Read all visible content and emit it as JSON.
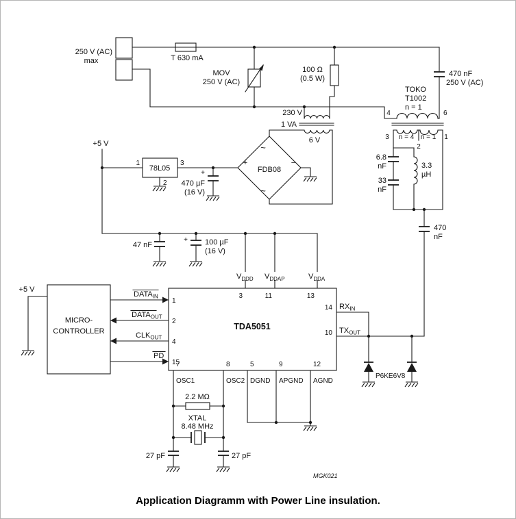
{
  "caption": "Application Diagramm with Power Line insulation.",
  "colors": {
    "ink": "#1a1a1a",
    "background": "#ffffff"
  },
  "mains": {
    "voltage_line1": "250 V (AC)",
    "voltage_line2": "max",
    "fuse": "T 630 mA",
    "mov_line1": "MOV",
    "mov_line2": "250 V (AC)",
    "resistor_line1": "100 Ω",
    "resistor_line2": "(0.5 W)",
    "cap_line1": "470 nF",
    "cap_line2": "250 V (AC)"
  },
  "transformer": {
    "primary": "230 V",
    "rating": "1 VA",
    "secondary": "6 V"
  },
  "toko": {
    "name1": "TOKO",
    "name2": "T1002",
    "name3": "n = 1",
    "pin4": "4",
    "pin6": "6",
    "pin3": "3",
    "pin2": "2",
    "pin1": "1",
    "n_left": "n = 4",
    "n_right": "n = 1"
  },
  "filter": {
    "c68a": "6.8",
    "c68b": "nF",
    "c33a": "33",
    "c33b": "nF",
    "la": "3.3",
    "lb": "µH",
    "c470a": "470",
    "c470b": "nF"
  },
  "supply": {
    "rail": "+5 V",
    "regulator": "78L05",
    "pin1": "1",
    "pin3": "3",
    "pin2": "2",
    "cap1a": "470 µF",
    "cap1b": "(16 V)",
    "plus": "+",
    "bridge": "FDB08",
    "ac": "~",
    "pos": "+",
    "neg": "−",
    "cap2": "47 nF",
    "cap3a": "100 µF",
    "cap3b": "(16 V)"
  },
  "mcu": {
    "rail": "+5 V",
    "name1": "MICRO-",
    "name2": "CONTROLLER"
  },
  "ic": {
    "name": "TDA5051",
    "pins": {
      "p1": "1",
      "p2": "2",
      "p4": "4",
      "p15": "15",
      "p3": "3",
      "p11": "11",
      "p13": "13",
      "p14": "14",
      "p10": "10",
      "p7": "7",
      "p8": "8",
      "p5": "5",
      "p9": "9",
      "p12": "12"
    },
    "top": {
      "t1_main": "V",
      "t1_sub": "DDD",
      "t2_main": "V",
      "t2_sub": "DDAP",
      "t3_main": "V",
      "t3_sub": "DDA"
    },
    "left": {
      "l1_main": "DATA",
      "l1_sub": "IN",
      "l2_main": "DATA",
      "l2_sub": "OUT",
      "l3_main": "CLK",
      "l3_sub": "OUT",
      "l4": "PD"
    },
    "right": {
      "rx_main": "RX",
      "rx_sub": "IN",
      "tx_main": "TX",
      "tx_sub": "OUT"
    },
    "bottom": {
      "b1": "OSC1",
      "b2": "OSC2",
      "b3": "DGND",
      "b4": "APGND",
      "b5": "AGND"
    }
  },
  "osc": {
    "r": "2.2 MΩ",
    "x1": "XTAL",
    "x2": "8.48 MHz",
    "cl": "27 pF",
    "cr": "27 pF"
  },
  "prot": {
    "label": "P6KE6V8"
  },
  "note": "MGK021"
}
